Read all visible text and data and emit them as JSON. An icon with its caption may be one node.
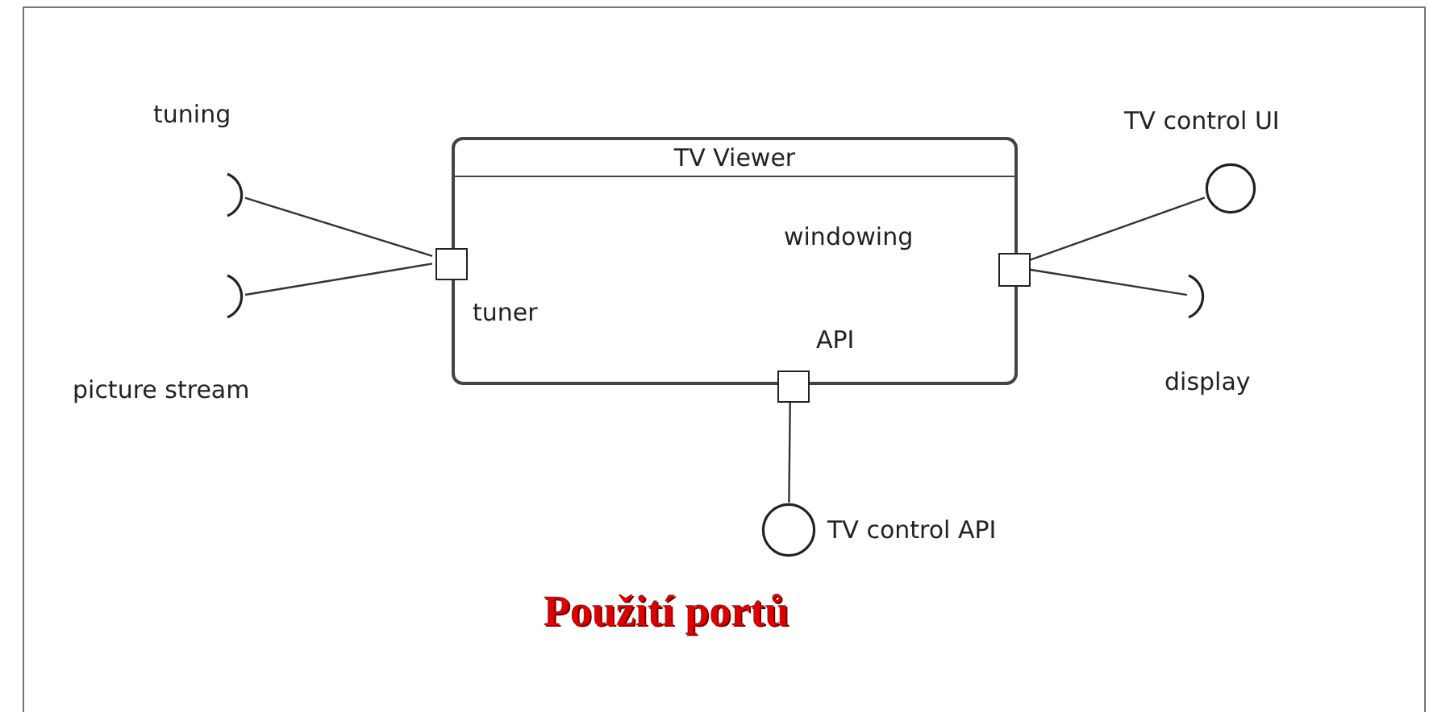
{
  "diagram": {
    "caption": "Použití portů",
    "nodes": [
      {
        "text": [
          "TV Viewer"
        ]
      },
      {
        "text": [
          "tuner"
        ],
        "in": 0
      },
      {
        "text": [
          "windowing"
        ],
        "in": 0
      },
      {
        "text": [
          "API"
        ],
        "in": 0
      },
      {
        "text": [
          "tuning"
        ]
      },
      {
        "text": [
          "picture stream"
        ]
      },
      {
        "text": [
          "TV control UI"
        ]
      },
      {
        "text": [
          "display"
        ]
      },
      {
        "text": [
          "TV control API"
        ]
      }
    ],
    "edges": [
      {
        "from": 4,
        "to": 1,
        "arrow": "none"
      },
      {
        "from": 5,
        "to": 1,
        "arrow": "none"
      },
      {
        "from": 2,
        "to": 6,
        "arrow": "none"
      },
      {
        "from": 2,
        "to": 7,
        "arrow": "none"
      },
      {
        "from": 3,
        "to": 8,
        "arrow": "none"
      }
    ]
  }
}
